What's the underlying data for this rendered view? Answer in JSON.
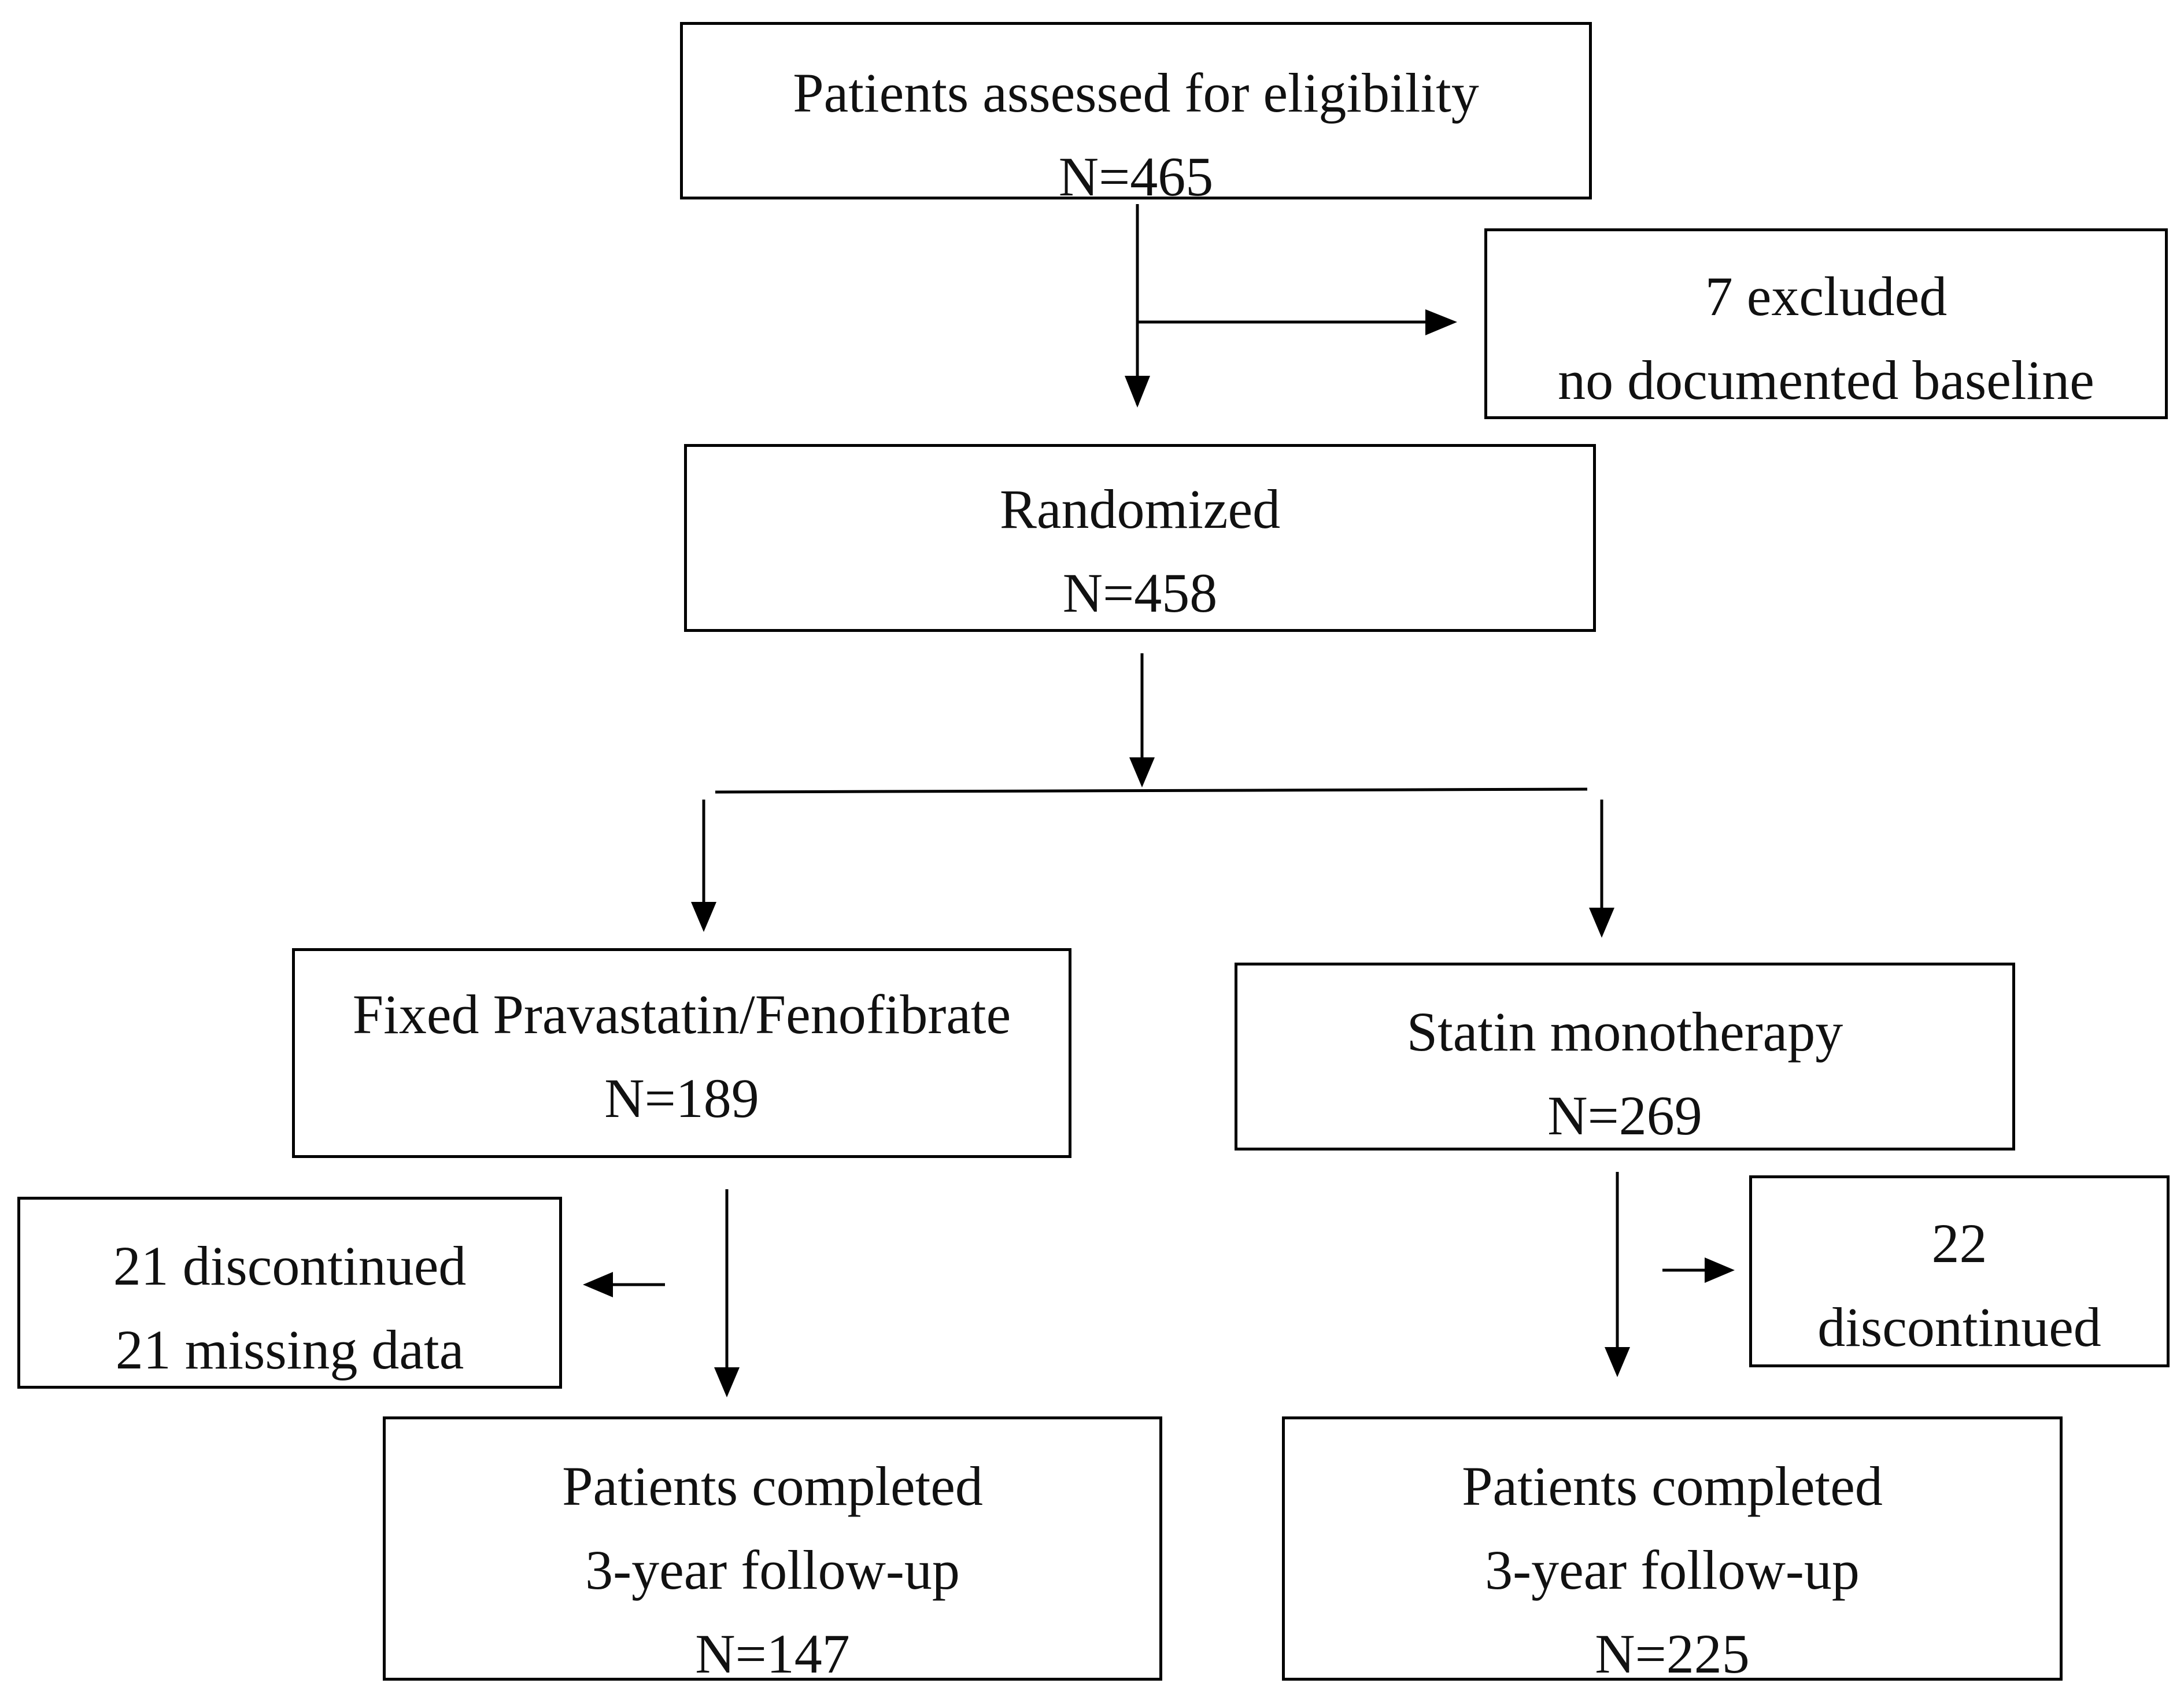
{
  "boxes": {
    "eligibility": {
      "line1": "Patients assessed for eligibility",
      "line2": "N=465"
    },
    "excluded": {
      "line1": "7 excluded",
      "line2": "no documented baseline"
    },
    "randomized": {
      "line1": "Randomized",
      "line2": "N=458"
    },
    "combination": {
      "line1": "Fixed Pravastatin/Fenofibrate",
      "line2": "N=189"
    },
    "statin": {
      "line1": "Statin monotherapy",
      "line2": "N=269"
    },
    "combination_discontinued": {
      "line1": "21 discontinued",
      "line2": "21 missing data"
    },
    "statin_discontinued": {
      "line1": "22",
      "line2": "discontinued"
    },
    "combination_completed": {
      "line1": "Patients completed",
      "line2": "3-year follow-up",
      "line3": "N=147"
    },
    "statin_completed": {
      "line1": "Patients completed",
      "line2": "3-year follow-up",
      "line3": "N=225"
    }
  },
  "colors": {
    "stroke": "#000000",
    "text": "#111111",
    "background": "#ffffff"
  }
}
